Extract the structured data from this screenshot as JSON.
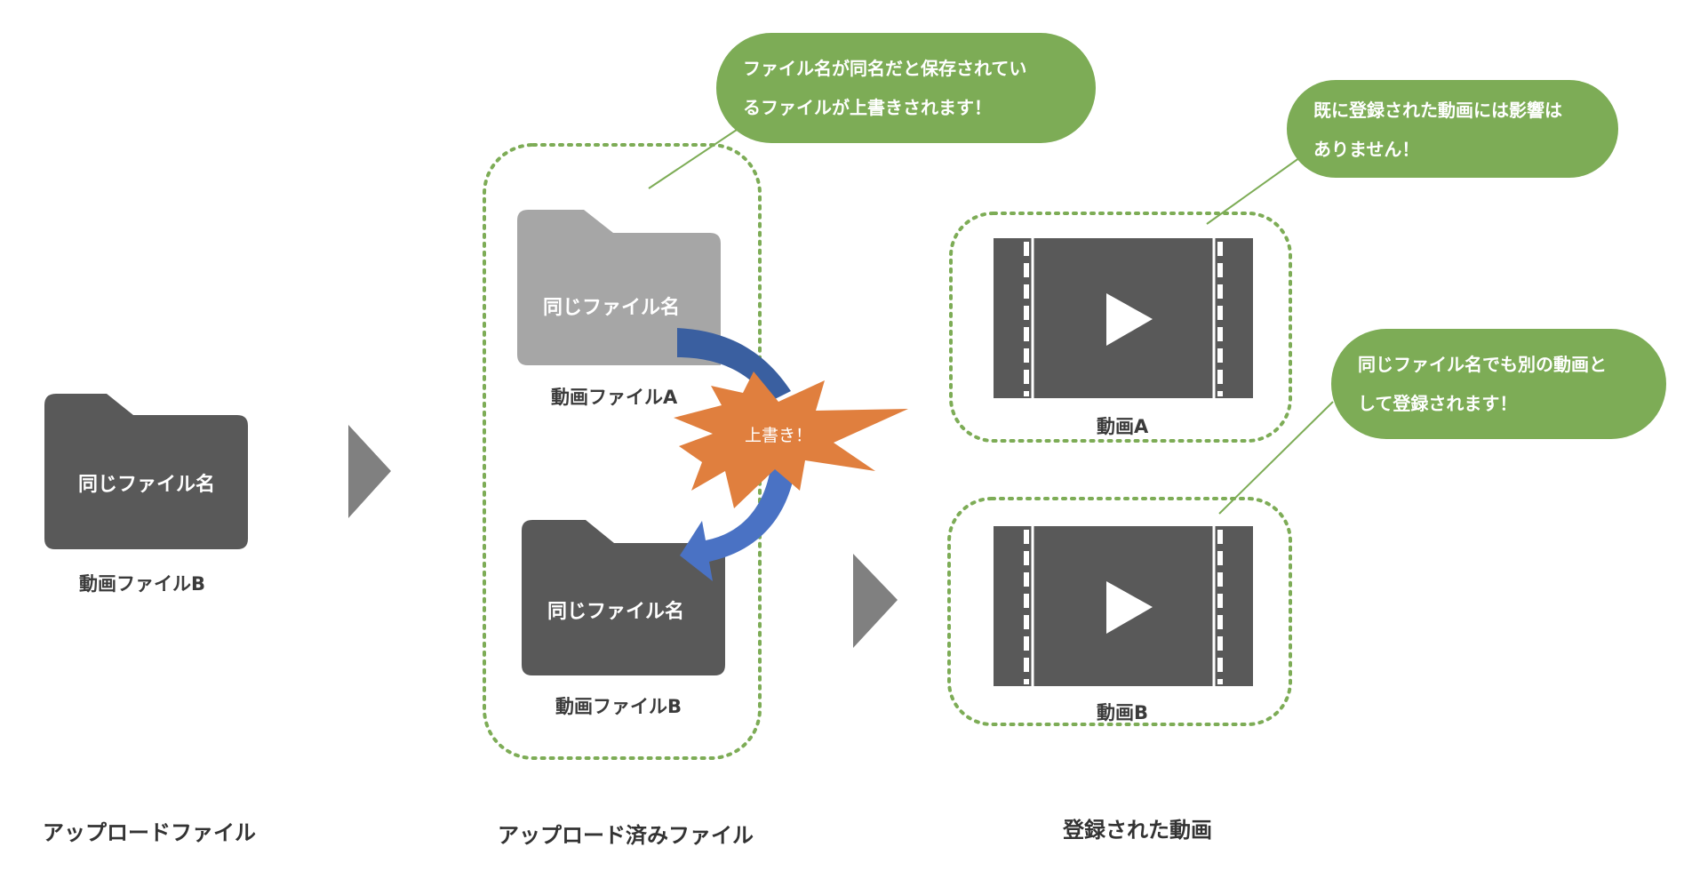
{
  "colors": {
    "folder_dark": "#595959",
    "folder_light": "#a6a6a6",
    "arrow_gray": "#808080",
    "green": "#7dac56",
    "blue_top": "#3a5fa0",
    "blue_bottom": "#4a72c4",
    "burst_orange": "#e07f3e"
  },
  "icons": {
    "folder": "folder-icon",
    "video": "video-film-icon",
    "arrow": "triangle-arrow-icon",
    "burst": "explosion-burst-icon"
  },
  "upload": {
    "folder_label": "同じファイル名",
    "file_caption": "動画ファイルB",
    "section_title": "アップロードファイル"
  },
  "uploaded": {
    "folder_a_label": "同じファイル名",
    "folder_a_caption": "動画ファイルA",
    "folder_b_label": "同じファイル名",
    "folder_b_caption": "動画ファイルB",
    "overwrite_label": "上書き！",
    "section_title": "アップロード済みファイル",
    "callout_line1": "ファイル名が同名だと保存されてい",
    "callout_line2": "るファイルが上書きされます！"
  },
  "registered": {
    "video_a_caption": "動画A",
    "video_b_caption": "動画B",
    "section_title": "登録された動画",
    "callout_a_line1": "既に登録された動画には影響は",
    "callout_a_line2": "ありません！",
    "callout_b_line1": "同じファイル名でも別の動画と",
    "callout_b_line2": "して登録されます！"
  }
}
